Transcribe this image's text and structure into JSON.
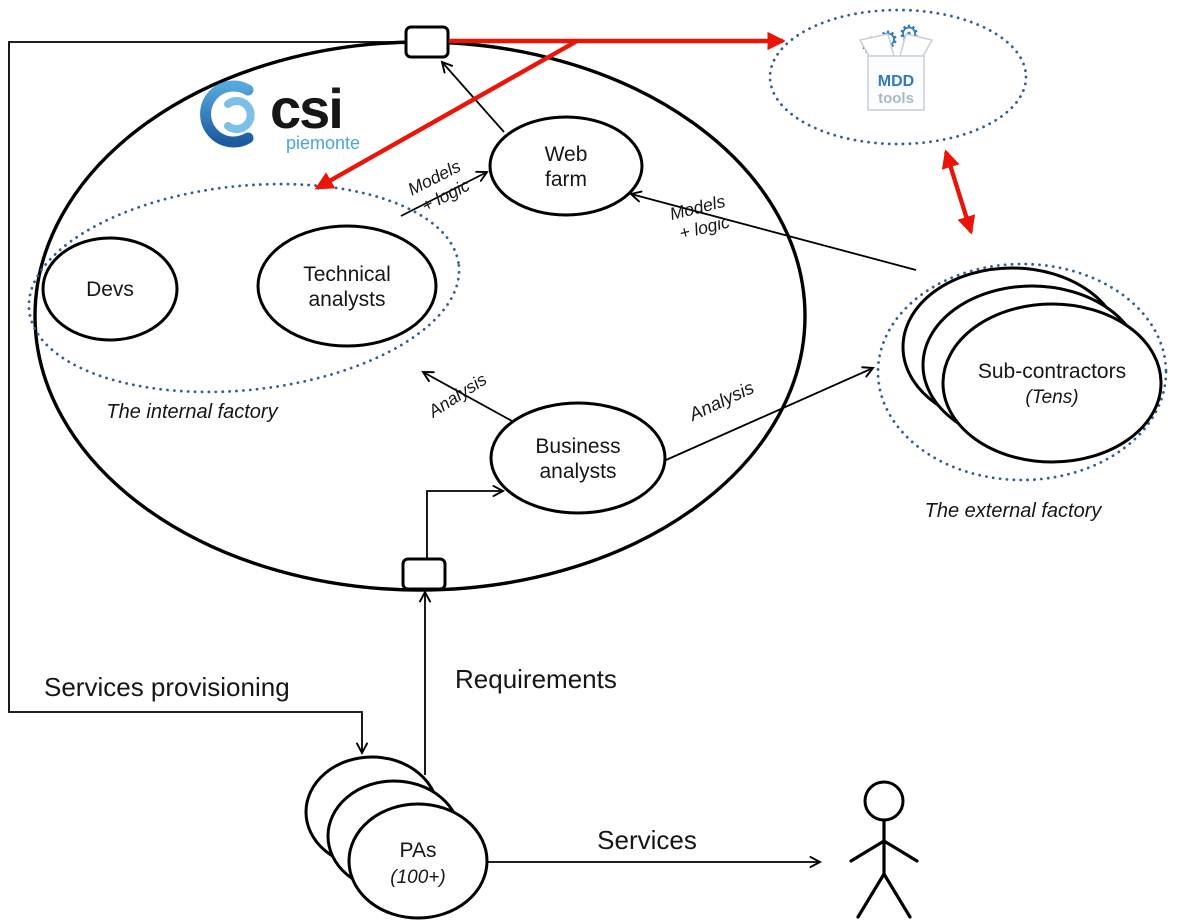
{
  "colors": {
    "shape_stroke": "#000000",
    "dotted_group_blue": "#365f91",
    "red_arrow": "#ea1408",
    "logo_blue_light": "#55a7dd",
    "logo_blue_dark": "#14233c",
    "mdd_blue": "#2e7bbf"
  },
  "logo": {
    "name": "csi",
    "region": "piemonte"
  },
  "mdd_box": {
    "line1": "MDD",
    "line2": "tools"
  },
  "nodes": {
    "devs": {
      "label": "Devs"
    },
    "technical_analysts": {
      "line1": "Technical",
      "line2": "analysts"
    },
    "web_farm": {
      "line1": "Web",
      "line2": "farm"
    },
    "business_analysts": {
      "line1": "Business",
      "line2": "analysts"
    },
    "sub_contractors": {
      "line1": "Sub-contractors",
      "line2": "(Tens)"
    },
    "pas": {
      "line1": "PAs",
      "line2": "(100+)"
    }
  },
  "groups": {
    "internal_factory": {
      "label": "The internal factory"
    },
    "external_factory": {
      "label": "The external factory"
    }
  },
  "edge_labels": {
    "models_logic_internal": {
      "line1": "Models",
      "line2": "+ logic"
    },
    "models_logic_external": {
      "line1": "Models",
      "line2": "+ logic"
    },
    "analysis_internal": {
      "label": "Analysis"
    },
    "analysis_external": {
      "label": "Analysis"
    },
    "requirements": {
      "label": "Requirements"
    },
    "services_provisioning": {
      "label": "Services provisioning"
    },
    "services": {
      "label": "Services"
    }
  }
}
